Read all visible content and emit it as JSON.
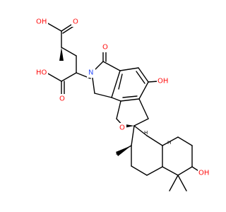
{
  "molecule": {
    "atom_labels": {
      "ho_glu_top": "OH",
      "o_glu_top": "O",
      "ho_glu_acid": "HO",
      "o_glu_acid": "O",
      "n_lactam": "N",
      "o_lactam": "O",
      "oh_aryl": "OH",
      "o_furan": "O",
      "oh_decalin": "OH",
      "h_stereo_1": "H",
      "h_stereo_2": "H"
    },
    "colors": {
      "bond": "#000000",
      "oxygen": "#ff0d0d",
      "nitrogen": "#3050f8",
      "background": "#ffffff"
    }
  }
}
